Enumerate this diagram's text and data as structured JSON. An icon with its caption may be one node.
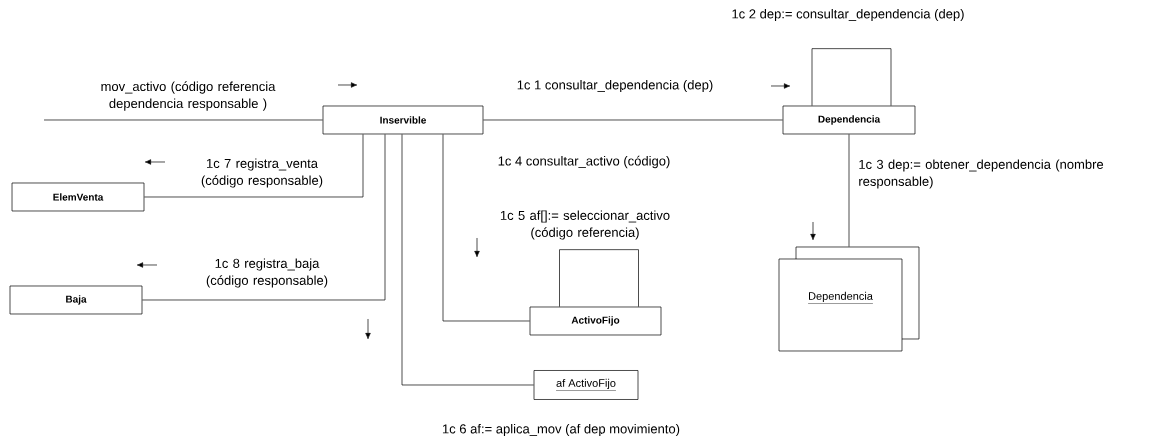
{
  "diagram": {
    "nodes": [
      {
        "text": [
          "Inservible"
        ]
      },
      {
        "text": [
          "Dependencia"
        ]
      },
      {
        "text": [
          "ElemVenta"
        ]
      },
      {
        "text": [
          "Baja"
        ]
      },
      {
        "text": [
          "ActivoFijo"
        ]
      },
      {
        "text": [
          "af ActivoFijo"
        ]
      },
      {
        "text": [
          "Dependencia"
        ]
      }
    ],
    "edges": [
      {
        "from": null,
        "to": 0,
        "arrow": "none",
        "label": "mov_activo (código referencia dependencia responsable )"
      },
      {
        "from": 0,
        "to": 1,
        "arrow": "none",
        "label": "1c 1 consultar_dependencia (dep)"
      },
      {
        "from": 1,
        "to": 1,
        "arrow": "none",
        "label": "1c 2 dep:= consultar_dependencia (dep)"
      },
      {
        "from": 1,
        "to": 6,
        "arrow": "none",
        "label": "1c 3 dep:= obtener_dependencia (nombre responsable)"
      },
      {
        "from": 0,
        "to": 4,
        "arrow": "none",
        "label": "1c 4 consultar_activo (código)"
      },
      {
        "from": 4,
        "to": 4,
        "arrow": "none",
        "label": "1c 5 af[]:= seleccionar_activo (código referencia)"
      },
      {
        "from": 0,
        "to": 5,
        "arrow": "none",
        "label": "1c 6 af:= aplica_mov (af dep movimiento)"
      },
      {
        "from": 0,
        "to": 2,
        "arrow": "none",
        "label": "1c 7 registra_venta (código responsable)"
      },
      {
        "from": 0,
        "to": 3,
        "arrow": "none",
        "label": "1c 8 registra_baja (código responsable)"
      }
    ]
  }
}
